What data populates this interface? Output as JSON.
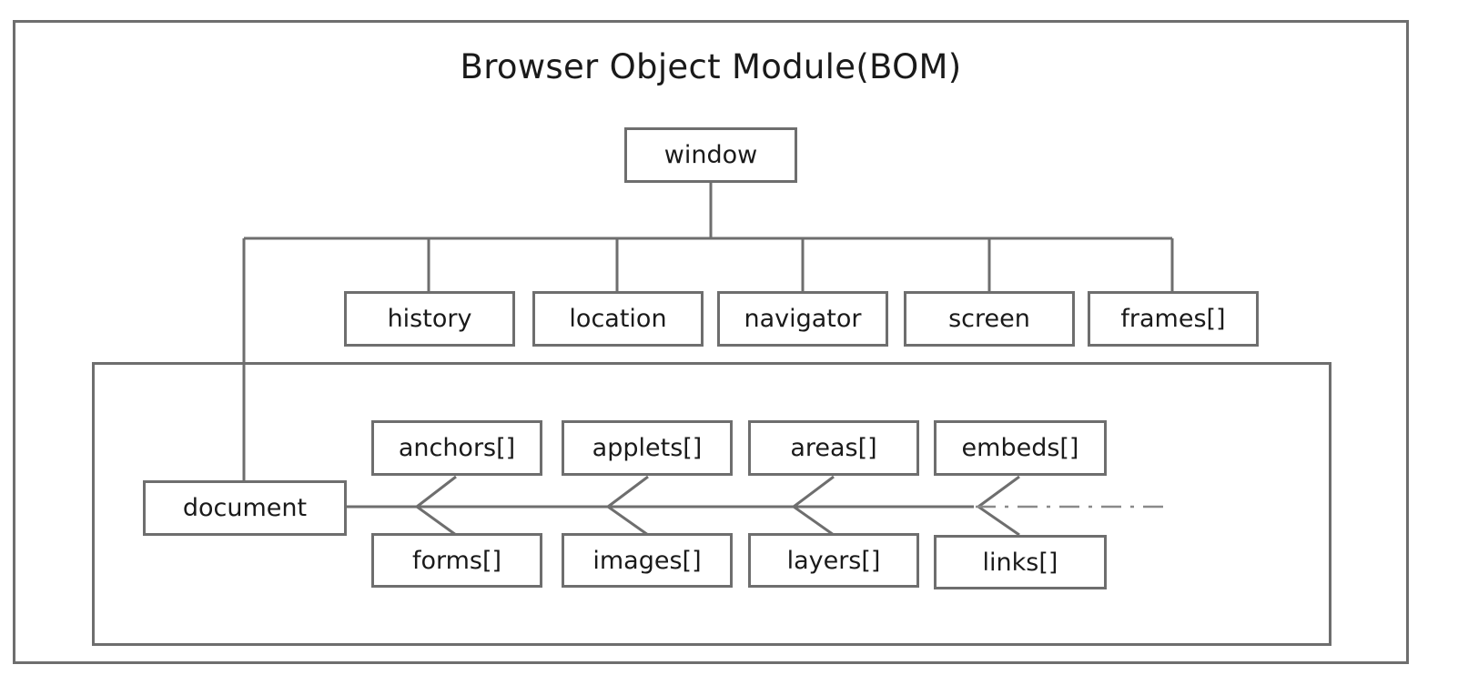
{
  "title": "Browser Object Module(BOM)",
  "root": {
    "label": "window"
  },
  "window_children": [
    "history",
    "location",
    "navigator",
    "screen",
    "frames[]"
  ],
  "document": {
    "label": "document",
    "top_row": [
      "anchors[]",
      "applets[]",
      "areas[]",
      "embeds[]"
    ],
    "bottom_row": [
      "forms[]",
      "images[]",
      "layers[]",
      "links[]"
    ]
  },
  "colors": {
    "line": "#6e6e6e",
    "text": "#1a1a1a",
    "background": "#ffffff"
  }
}
